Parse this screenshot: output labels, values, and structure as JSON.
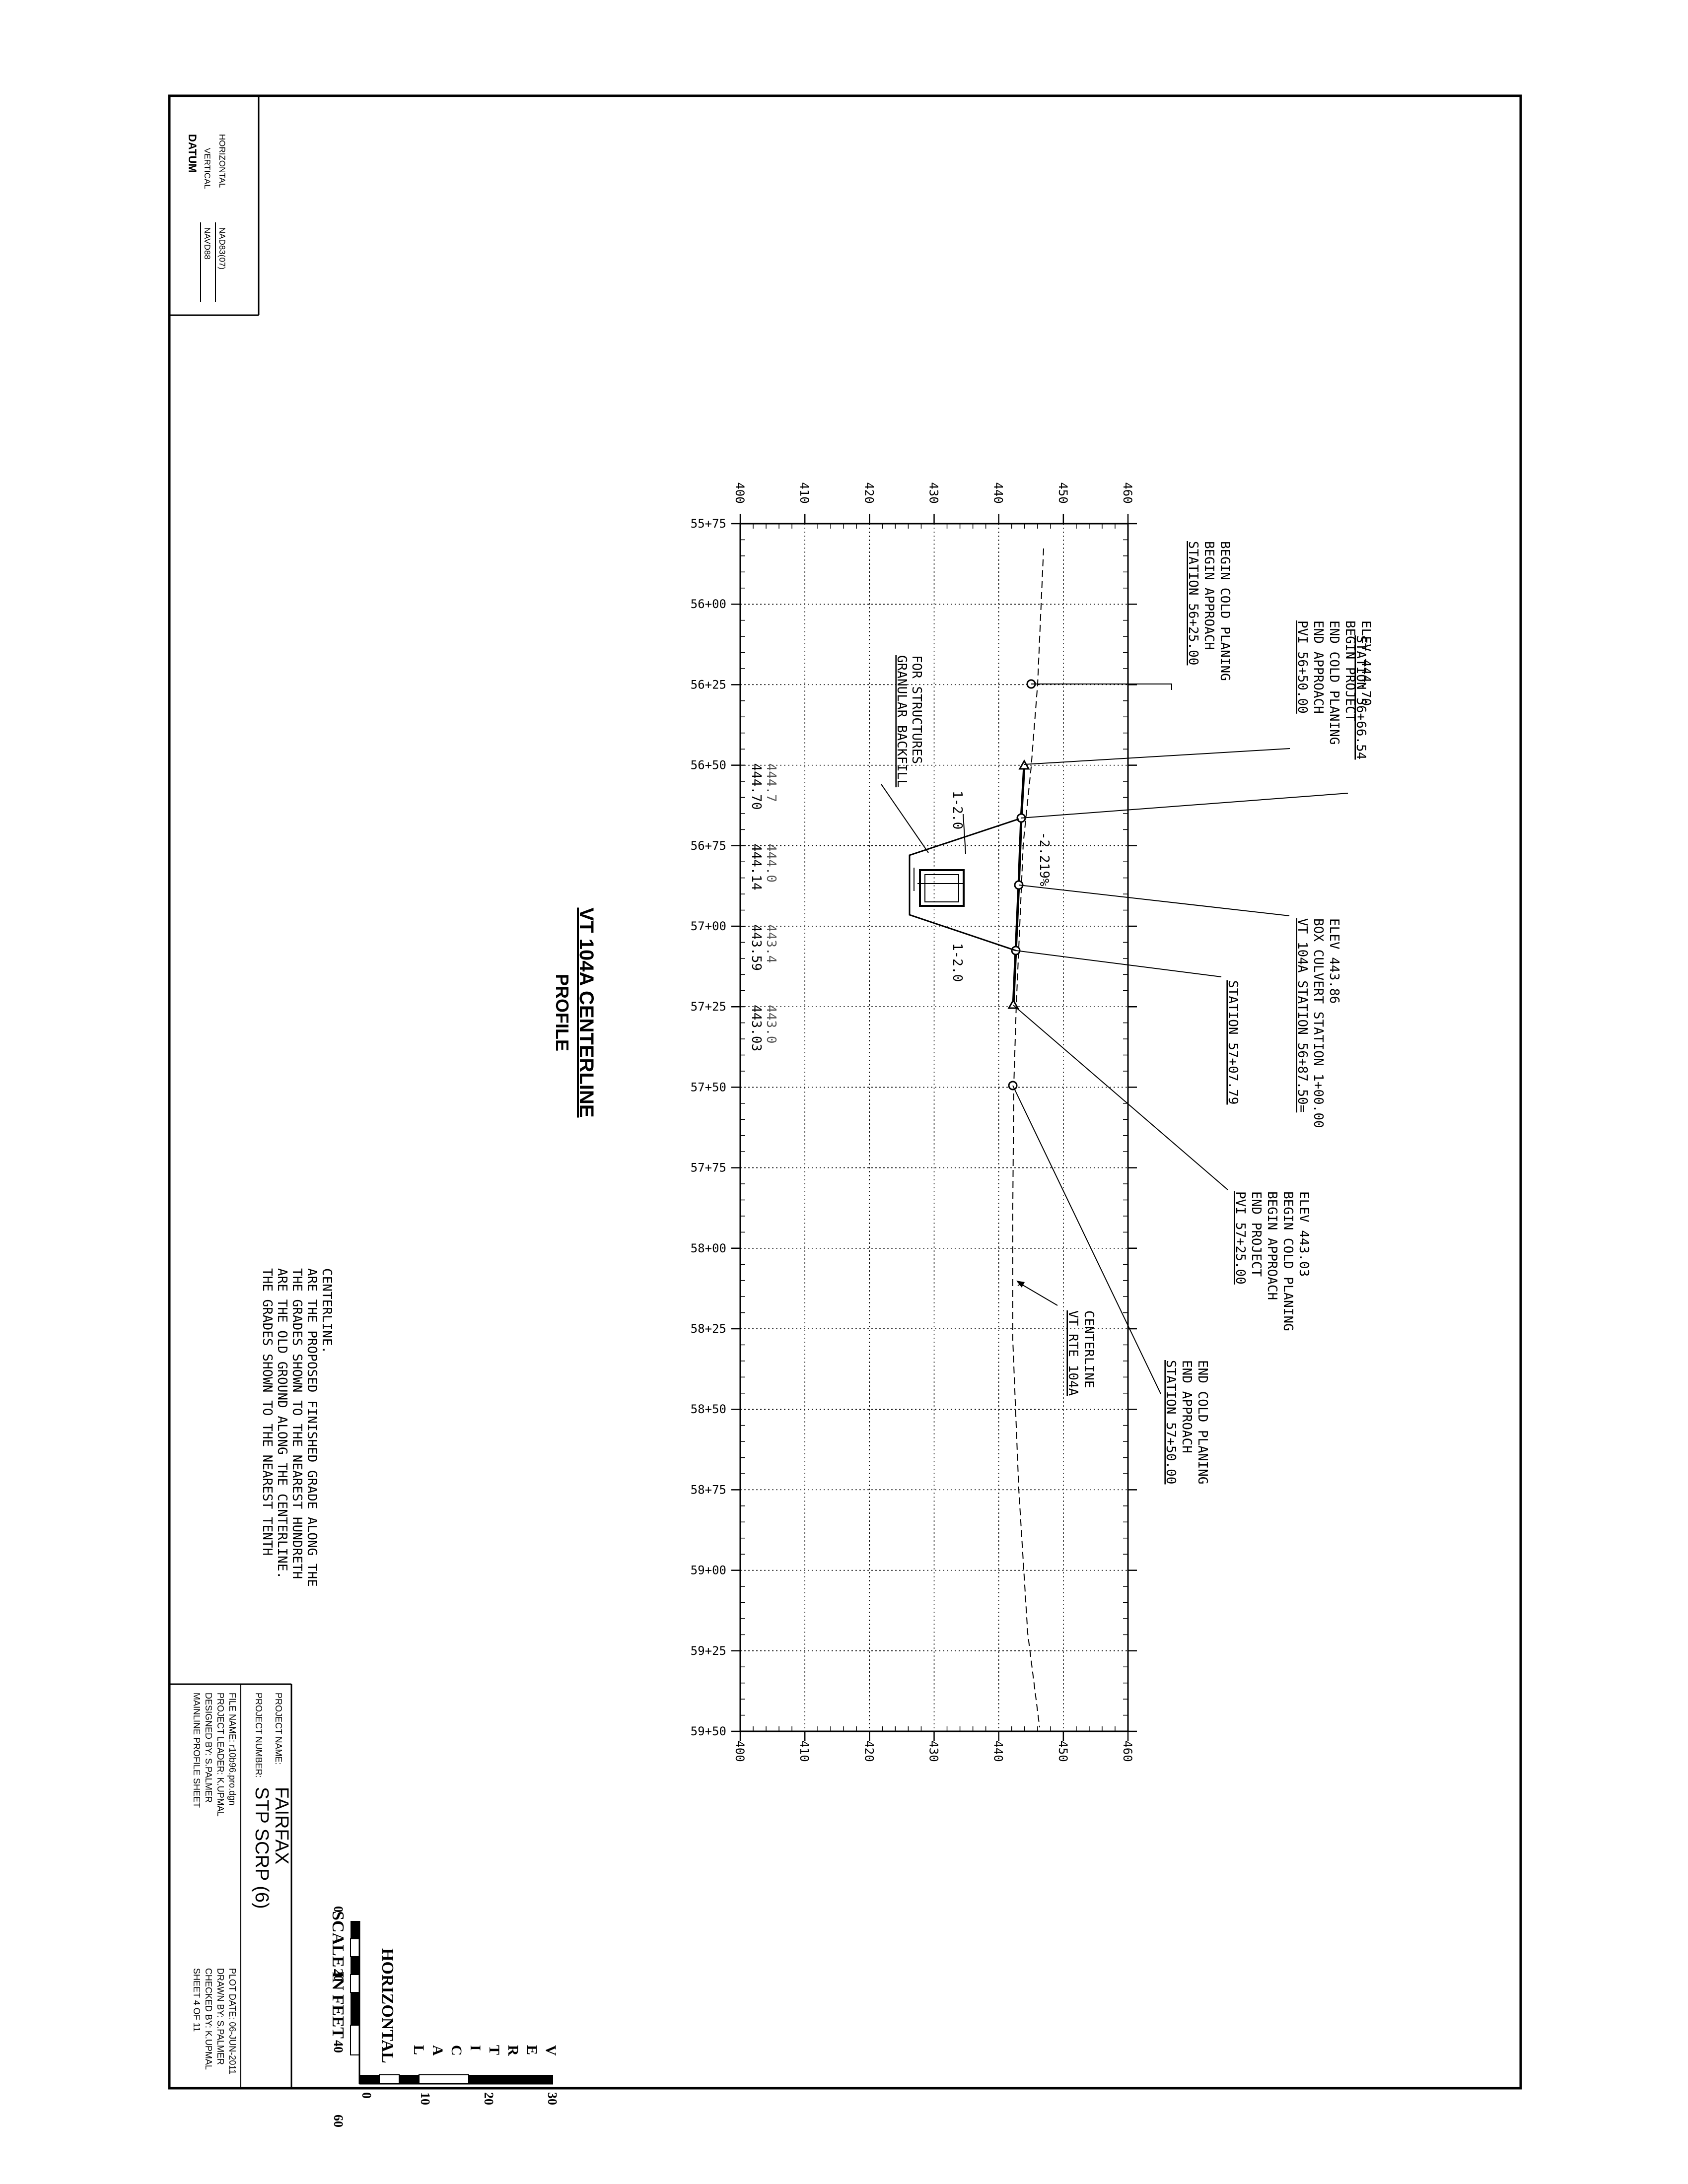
{
  "datum": {
    "heading": "DATUM",
    "vertical_label": "VERTICAL",
    "vertical_value": "NAVD88",
    "horizontal_label": "HORIZONTAL",
    "horizontal_value": "NAD83(07)"
  },
  "title": {
    "line1": "VT 104A CENTERLINE",
    "line2": "PROFILE"
  },
  "profile": {
    "stations": [
      "55+75",
      "56+00",
      "56+25",
      "56+50",
      "56+75",
      "57+00",
      "57+25",
      "57+50",
      "57+75",
      "58+00",
      "58+25",
      "58+50",
      "58+75",
      "59+00",
      "59+25",
      "59+50"
    ],
    "elevations": [
      "400",
      "410",
      "420",
      "430",
      "440",
      "450",
      "460"
    ],
    "grade_labels": [
      {
        "existing": "444.7",
        "proposed": "444.70"
      },
      {
        "existing": "444.0",
        "proposed": "444.14"
      },
      {
        "existing": "443.4",
        "proposed": "443.59"
      },
      {
        "existing": "443.0",
        "proposed": "443.03"
      }
    ],
    "grade_percent": "-2.219%",
    "slope_upper": "1-2.0",
    "slope_lower": "1-2.0",
    "backfill_note": [
      "GRANULAR BACKFILL",
      "FOR STRUCTURES"
    ]
  },
  "callouts": [
    {
      "lines": [
        "STATION 56+25.00",
        "BEGIN APPROACH",
        "BEGIN COLD PLANING"
      ]
    },
    {
      "lines": [
        "PVI 56+50.00",
        "END APPROACH",
        "END COLD PLANING",
        "BEGIN PROJECT",
        "ELEV 444.70"
      ]
    },
    {
      "lines": [
        "STATION 56+66.54"
      ]
    },
    {
      "lines": [
        "VT 104A STATION 56+87.50=",
        "BOX CULVERT STATION 1+00.00",
        "ELEV 443.86"
      ]
    },
    {
      "lines": [
        "STATION 57+07.79"
      ]
    },
    {
      "lines": [
        "PVI 57+25.00",
        "END PROJECT",
        "BEGIN APPROACH",
        "BEGIN COLD PLANING",
        "ELEV 443.03"
      ]
    },
    {
      "lines": [
        "STATION 57+50.00",
        "END APPROACH",
        "END COLD PLANING"
      ]
    },
    {
      "lines": [
        "VT RTE 104A",
        "CENTERLINE"
      ]
    }
  ],
  "notes": [
    "THE GRADES SHOWN TO THE NEAREST TENTH",
    "ARE THE OLD GROUND ALONG THE CENTERLINE.",
    "THE GRADES SHOWN TO THE NEAREST HUNDRETH",
    "ARE THE PROPOSED FINISHED GRADE ALONG THE",
    "CENTERLINE."
  ],
  "title_block": {
    "project_name_label": "PROJECT NAME:",
    "project_name": "FAIRFAX",
    "project_number_label": "PROJECT NUMBER:",
    "project_number": "STP SCRP (6)",
    "file_name": "FILE NAME: r10b96.pro.dgn",
    "project_leader": "PROJECT LEADER: K.UPMAL",
    "designed_by": "DESIGNED BY: S.PALMER",
    "sheet_title": "MAINLINE PROFILE SHEET",
    "plot_date": "PLOT DATE: 06-JUN-2011",
    "drawn_by": "DRAWN BY: S.PALMER",
    "checked_by": "CHECKED BY: K.UPMAL",
    "sheet_of": "SHEET 4 OF 11"
  },
  "scale": {
    "title": "SCALE IN FEET",
    "horizontal_label": "HORIZONTAL",
    "vertical_label": "VERTICAL",
    "horizontal_ticks": [
      "0",
      "20",
      "40",
      "60"
    ],
    "vertical_ticks": [
      "0",
      "10",
      "20",
      "30"
    ]
  }
}
